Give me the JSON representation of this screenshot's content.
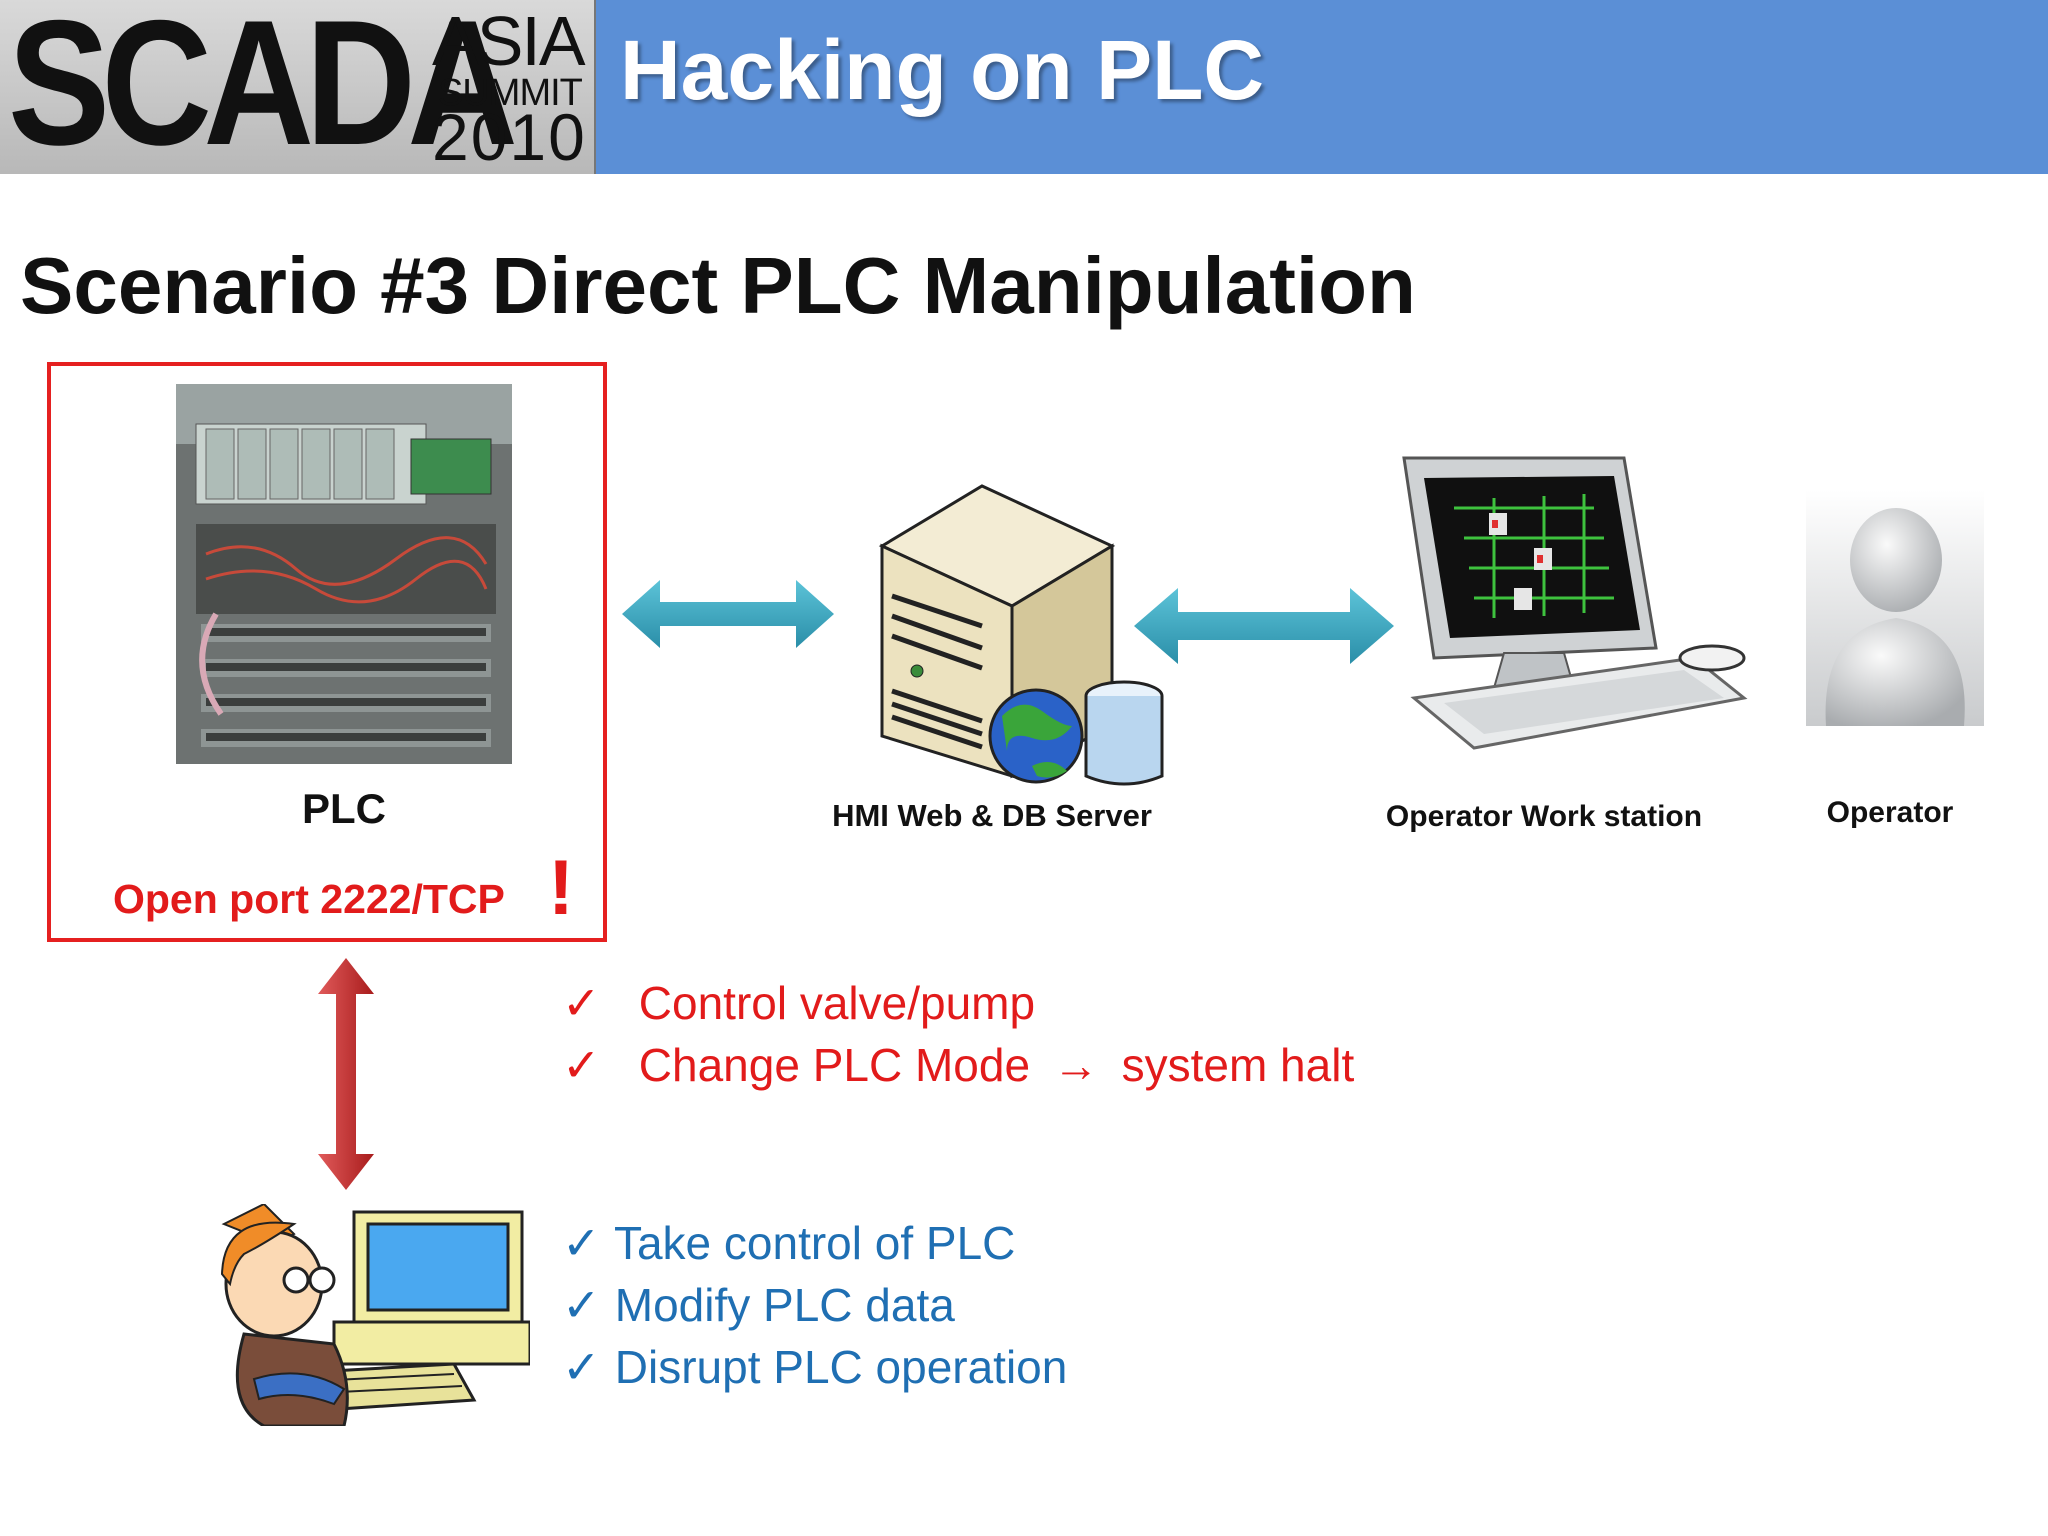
{
  "logo": {
    "main": "SCADA",
    "asia": "ASIA",
    "summit": "SUMMIT",
    "year": "2010"
  },
  "header": {
    "title": "Hacking on PLC"
  },
  "slide": {
    "title": "Scenario #3 Direct PLC Manipulation"
  },
  "nodes": {
    "plc": {
      "label": "PLC",
      "warning": "Open port 2222/TCP",
      "warning_mark": "!"
    },
    "server": {
      "label": "HMI  Web & DB Server"
    },
    "workstation": {
      "label": "Operator Work station"
    },
    "operator": {
      "label": "Operator"
    }
  },
  "red_list": {
    "check": "✓",
    "items": [
      "Control valve/pump",
      "Change PLC Mode",
      "system halt"
    ],
    "arrow": "→"
  },
  "blue_list": {
    "check": "✓",
    "items": [
      "Take control of PLC",
      "Modify PLC data",
      "Disrupt PLC operation"
    ]
  },
  "colors": {
    "header": "#5b8fd6",
    "arrow_teal": "#3aa6c0",
    "arrow_red": "#c02424",
    "alert": "#e21b1b",
    "blue_text": "#1f6fb3"
  }
}
